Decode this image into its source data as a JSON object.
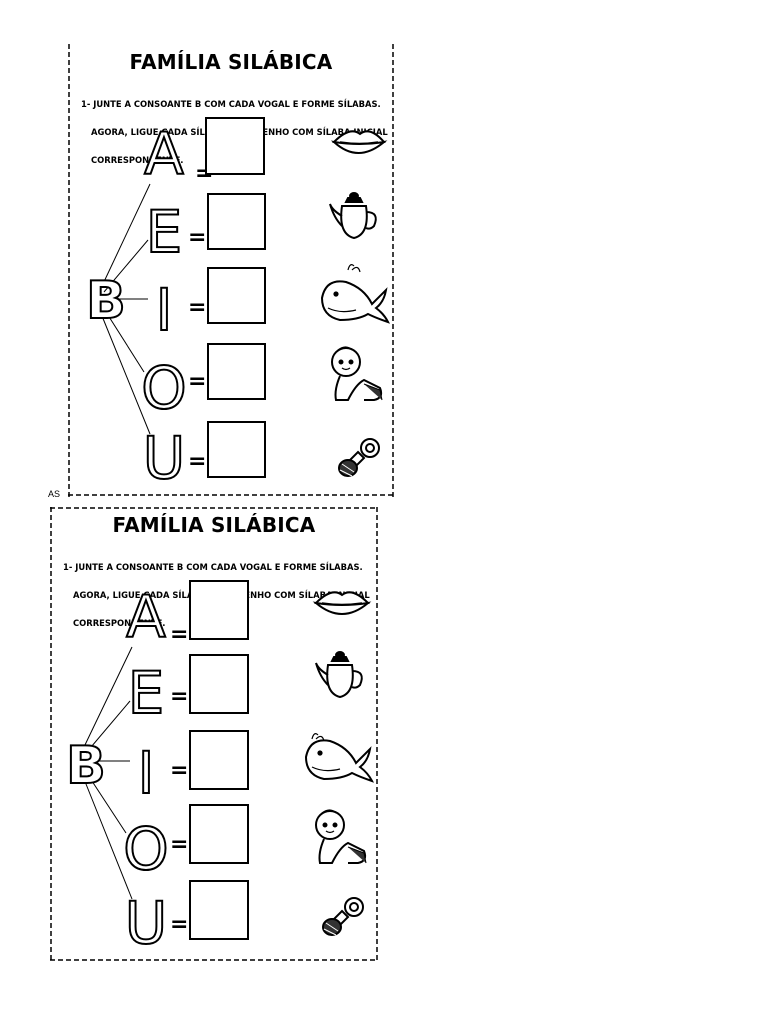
{
  "worksheets": [
    {
      "title": "FAMÍLIA SILÁBICA",
      "instruction_line1": "1- JUNTE A CONSOANTE B COM CADA VOGAL E FORME SÍLABAS.",
      "instruction_line2": "AGORA, LIGUE CADA SÍLABA AO DESENHO COM SÍLABA INICIAL",
      "instruction_line3": "CORRESPONDENTE.",
      "consonant": "B",
      "vowels": [
        "A",
        "E",
        "I",
        "O",
        "U"
      ],
      "equals": "=",
      "pictures": [
        "lips-icon",
        "teapot-icon",
        "whale-icon",
        "baby-icon",
        "pacifier-icon"
      ]
    },
    {
      "title": "FAMÍLIA SILÁBICA",
      "instruction_line1": "1- JUNTE A CONSOANTE B COM CADA VOGAL E FORME SÍLABAS.",
      "instruction_line2": "AGORA, LIGUE CADA SÍLABA AO DESENHO COM SÍLABA INICIAL",
      "instruction_line3": "CORRESPONDENTE.",
      "consonant": "B",
      "vowels": [
        "A",
        "E",
        "I",
        "O",
        "U"
      ],
      "equals": "=",
      "pictures": [
        "lips-icon",
        "teapot-icon",
        "whale-icon",
        "baby-icon",
        "pacifier-icon"
      ]
    }
  ],
  "stray_text": "AS"
}
